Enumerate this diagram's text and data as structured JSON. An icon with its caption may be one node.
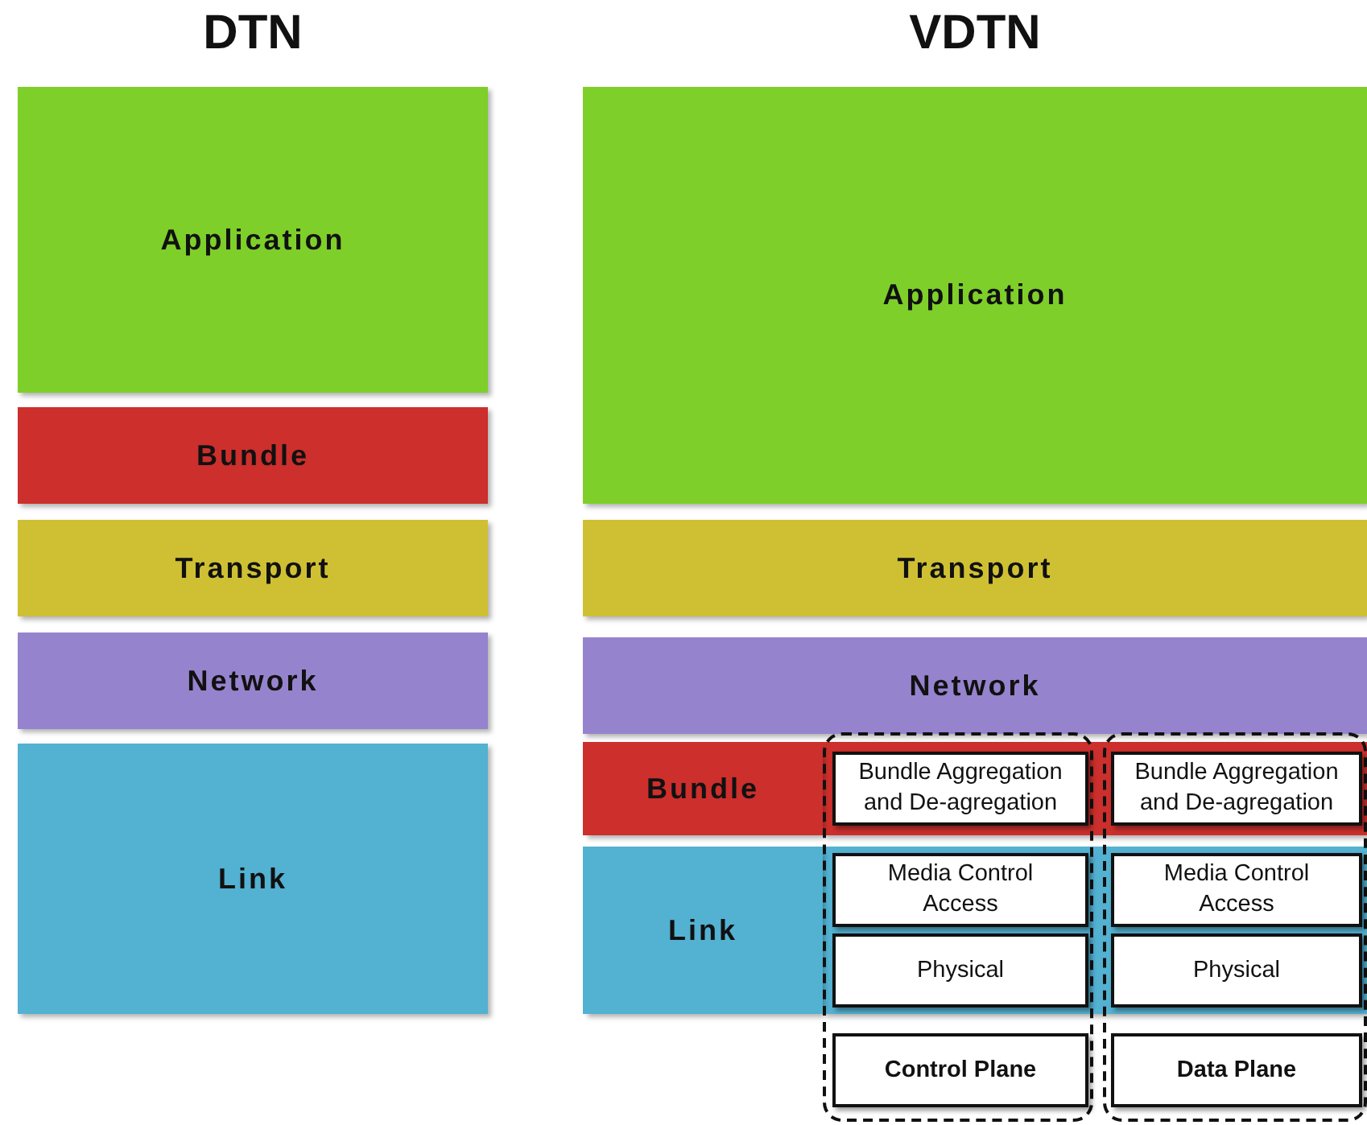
{
  "diagram": {
    "nodes": [
      {
        "text": [
          "Application"
        ]
      },
      {
        "text": [
          "Bundle"
        ]
      },
      {
        "text": [
          "Transport"
        ]
      },
      {
        "text": [
          "Network"
        ]
      },
      {
        "text": [
          "Link"
        ]
      },
      {
        "text": [
          "Application"
        ]
      },
      {
        "text": [
          "Transport"
        ]
      },
      {
        "text": [
          "Network"
        ]
      },
      {
        "text": [
          "Bundle"
        ]
      },
      {
        "text": [
          "Link"
        ]
      },
      {
        "text": [],
        "shape": "box"
      },
      {
        "text": [
          "Bundle Aggregation and De-agregation"
        ],
        "in": 10
      },
      {
        "text": [
          "Media Control Access"
        ],
        "in": 10
      },
      {
        "text": [
          "Physical"
        ],
        "in": 10
      },
      {
        "text": [
          "Control Plane"
        ],
        "in": 10
      },
      {
        "text": [],
        "shape": "box"
      },
      {
        "text": [
          "Bundle Aggregation and De-agregation"
        ],
        "in": 15
      },
      {
        "text": [
          "Media Control Access"
        ],
        "in": 15
      },
      {
        "text": [
          "Physical"
        ],
        "in": 15
      },
      {
        "text": [
          "Data Plane"
        ],
        "in": 15
      }
    ],
    "labels": [
      "DTN",
      "VDTN"
    ]
  }
}
